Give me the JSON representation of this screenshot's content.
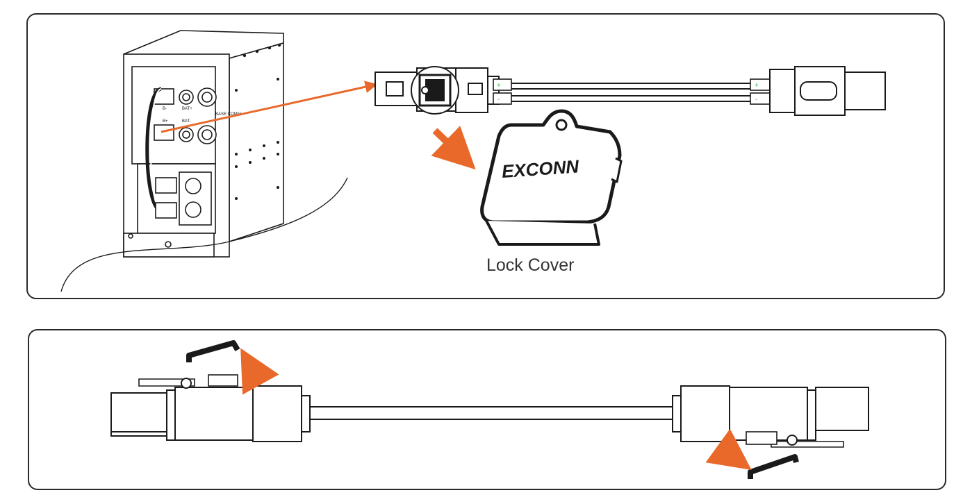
{
  "figure": {
    "lock_cover_label": "Lock Cover",
    "brand_text": "EXCONN",
    "module_labels": {
      "bat_plus": "BAT+",
      "bat_minus": "BAT-",
      "base_comm": "BASE COMM",
      "b_minus": "B-",
      "b_plus": "B+"
    },
    "polarity_plus": "+",
    "polarity_minus": "-",
    "colors": {
      "accent": "#E8692A",
      "outline": "#1a1a1a",
      "polarity_mark": "#3cb44b"
    },
    "icons": [
      "arrow-icon",
      "lock-cover-icon",
      "connector-icon",
      "battery-module-icon"
    ]
  }
}
